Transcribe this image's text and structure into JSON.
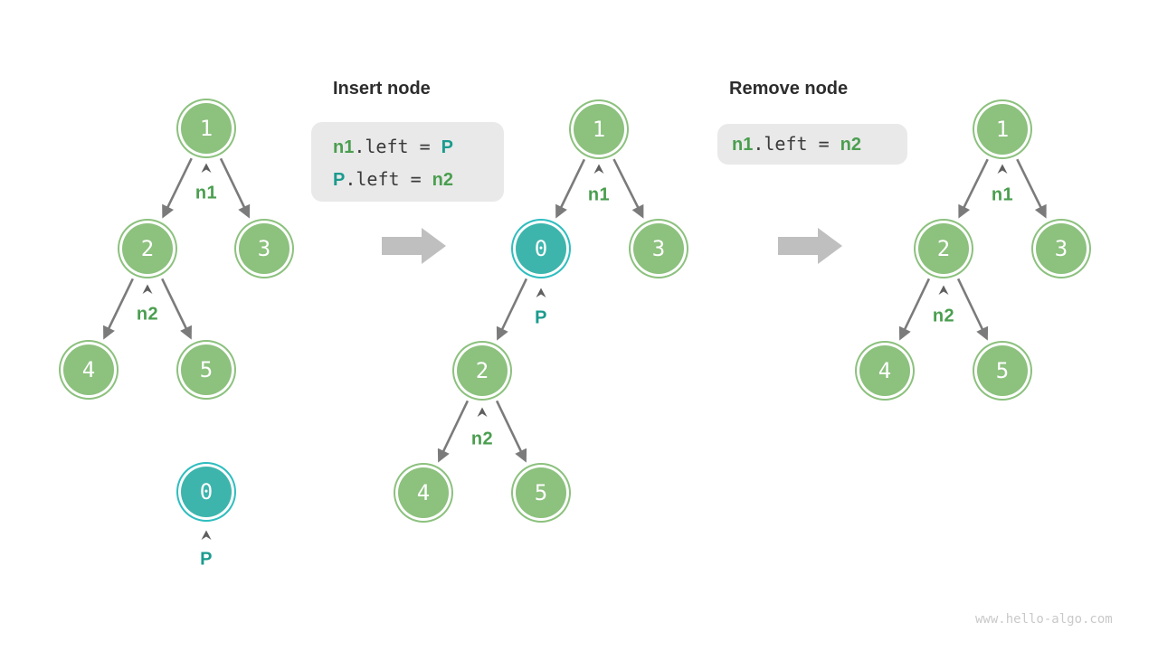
{
  "insert_section": {
    "title": "Insert node",
    "code_lines": [
      {
        "lhs": "n1",
        "mid": ".left = ",
        "rhs": "P"
      },
      {
        "lhs": "P",
        "mid": ".left = ",
        "rhs": "n2"
      }
    ]
  },
  "remove_section": {
    "title": "Remove node",
    "code_lines": [
      {
        "lhs": "n1",
        "mid": ".left = ",
        "rhs": "n2"
      }
    ]
  },
  "left_tree": {
    "node1": "1",
    "node2": "2",
    "node3": "3",
    "node4": "4",
    "node5": "5",
    "label_n1": "n1",
    "label_n2": "n2",
    "detached_node": "0",
    "detached_label": "P"
  },
  "middle_tree": {
    "node1": "1",
    "node0": "0",
    "node3": "3",
    "node2": "2",
    "node4": "4",
    "node5": "5",
    "label_n1": "n1",
    "label_p": "P",
    "label_n2": "n2"
  },
  "right_tree": {
    "node1": "1",
    "node2": "2",
    "node3": "3",
    "node4": "4",
    "node5": "5",
    "label_n1": "n1",
    "label_n2": "n2"
  },
  "watermark": "www.hello-algo.com",
  "colors": {
    "node_green": "#8cc17e",
    "node_teal": "#3db5ac",
    "node_teal_border": "#2fbdbf",
    "label_green": "#4a9e4f",
    "label_teal": "#1a9b8e",
    "edge": "#7b7b7b",
    "block_arrow": "#bfbfbf",
    "code_bg": "#e9e9e9",
    "code_text": "#3a3a3a",
    "heading": "#2d2d2d",
    "caret": "#5f5f5f",
    "watermark": "#c9c9c9",
    "node_text": "#ffffff"
  }
}
